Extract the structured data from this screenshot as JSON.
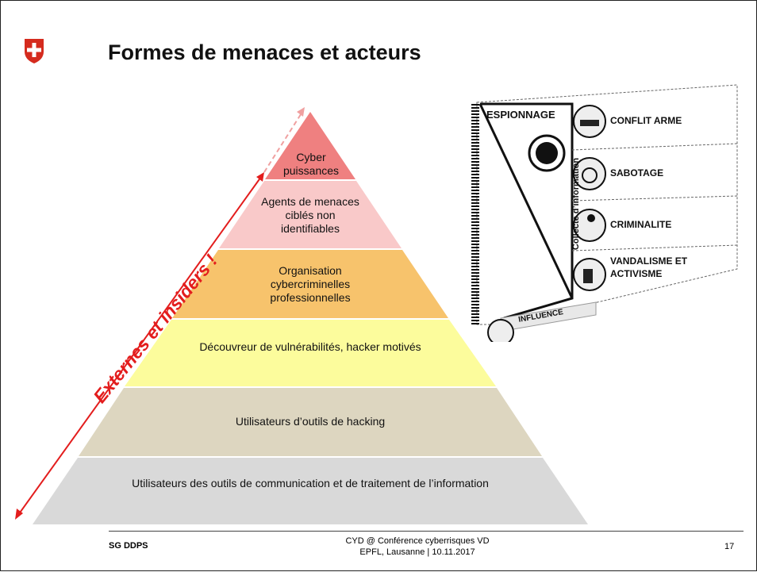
{
  "slide": {
    "title": "Formes de menaces et acteurs"
  },
  "pyramid": {
    "levels": [
      {
        "label": "Cyber puissances",
        "color": "#ef8080"
      },
      {
        "label": "Agents de menaces ciblés non identifiables",
        "color": "#f9c9c9"
      },
      {
        "label": "Organisation cybercriminelles professionnelles",
        "color": "#f7c36c"
      },
      {
        "label": "Découvreur de vulnérabilités, hacker motivés",
        "color": "#fcfc9c"
      },
      {
        "label": "Utilisateurs d’outils de hacking",
        "color": "#ddd6c0"
      },
      {
        "label": "Utilisateurs des outils de communication et de traitement de l’information",
        "color": "#d9d9d9"
      }
    ]
  },
  "side_label": "Externes et insiders !",
  "threat_panel": {
    "espionnage": "ESPIONNAGE",
    "collecte": "Collecte d’information",
    "items": [
      {
        "label": "CONFLIT ARME",
        "icon": "tank-icon"
      },
      {
        "label": "SABOTAGE",
        "icon": "bomb-timer-icon"
      },
      {
        "label": "CRIMINALITE",
        "icon": "thief-icon"
      },
      {
        "label": "VANDALISME ET ACTIVISME",
        "icon": "spray-can-icon"
      }
    ],
    "influence": "INFLUENCE"
  },
  "footer": {
    "left": "SG DDPS",
    "center_line1": "CYD @ Conférence cyberrisques VD",
    "center_line2": "EPFL, Lausanne | 10.11.2017",
    "page": "17"
  },
  "colors": {
    "accent_red": "#e31d1d",
    "swiss_red": "#d52b1e"
  }
}
